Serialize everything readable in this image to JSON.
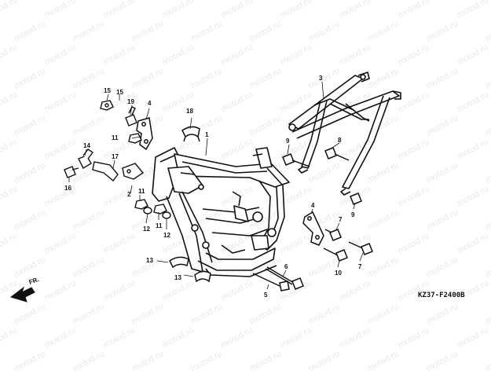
{
  "watermark": "motod.ru",
  "diagram_code": "KZ37-F2400B",
  "direction_label": "FR.",
  "callouts": {
    "c1": "1",
    "c2": "2",
    "c3": "3",
    "c4a": "4",
    "c4b": "4",
    "c5": "5",
    "c6": "6",
    "c7a": "7",
    "c7b": "7",
    "c8": "8",
    "c9a": "9",
    "c9b": "9",
    "c10": "10",
    "c11a": "11",
    "c11b": "11",
    "c11c": "11",
    "c12a": "12",
    "c12b": "12",
    "c13a": "13",
    "c13b": "13",
    "c14": "14",
    "c15a": "15",
    "c15b": "15",
    "c16": "16",
    "c17": "17",
    "c18": "18",
    "c19": "19"
  }
}
